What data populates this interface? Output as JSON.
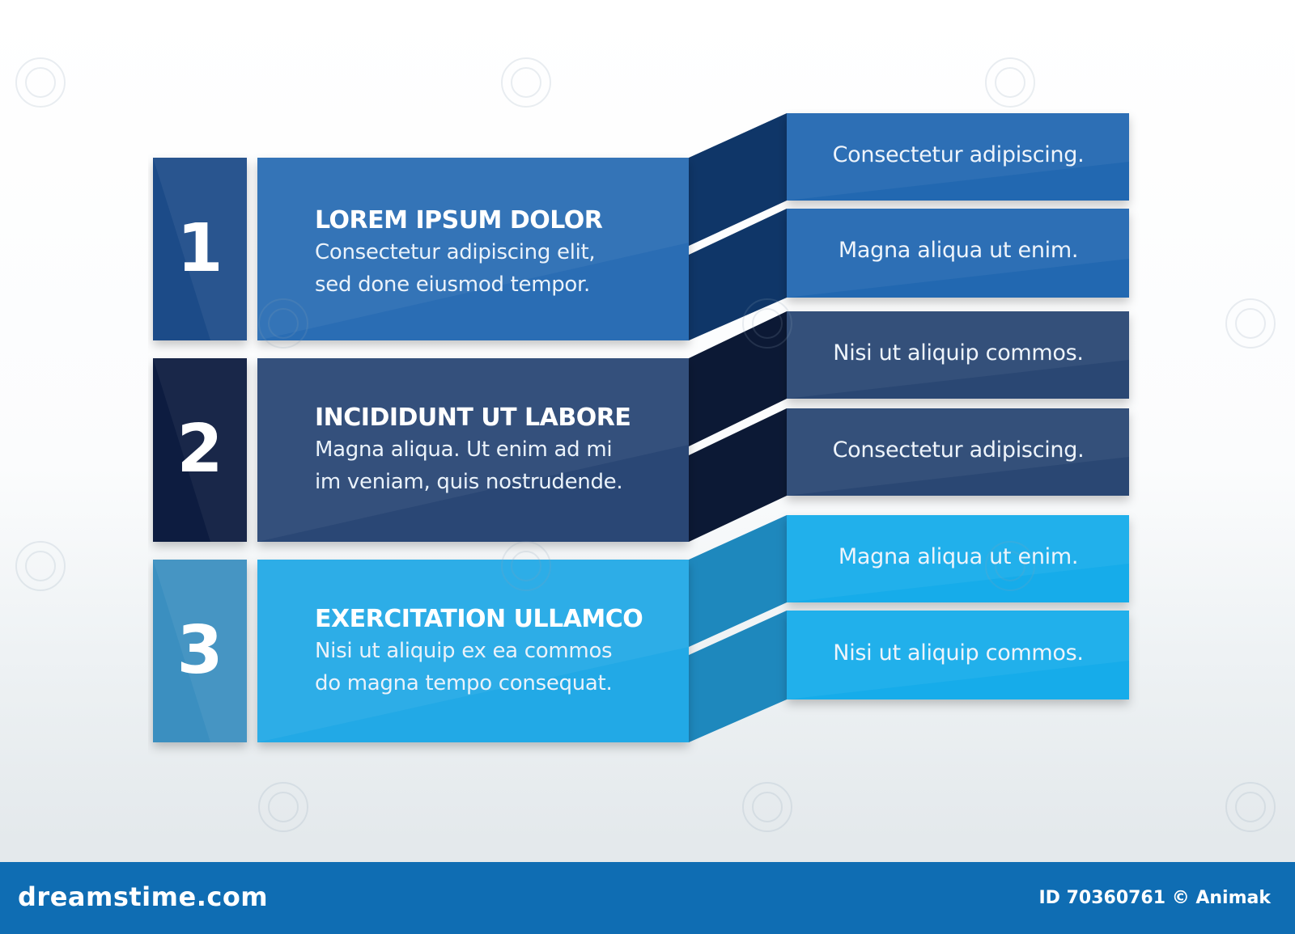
{
  "steps": [
    {
      "number": "1",
      "title": "LOREM IPSUM DOLOR",
      "line1": "Consectetur adipiscing elit,",
      "line2": "sed done eiusmod tempor.",
      "color": "#2a6db4",
      "sub_items": [
        "Consectetur adipiscing.",
        "Magna aliqua ut enim."
      ]
    },
    {
      "number": "2",
      "title": "INCIDIDUNT UT LABORE",
      "line1": "Magna aliqua. Ut enim ad mi",
      "line2": "im veniam, quis nostrudende.",
      "color": "#2a4675",
      "sub_items": [
        "Nisi ut aliquip commos.",
        "Consectetur adipiscing."
      ]
    },
    {
      "number": "3",
      "title": "EXERCITATION ULLAMCO",
      "line1": "Nisi ut aliquip ex ea commos",
      "line2": "do magna tempo consequat.",
      "color": "#21a9e6",
      "sub_items": [
        "Magna aliqua ut enim.",
        "Nisi ut aliquip commos."
      ]
    }
  ],
  "footer": {
    "site": "dreamstime.com",
    "credit": "ID 70360761 © Animak"
  }
}
